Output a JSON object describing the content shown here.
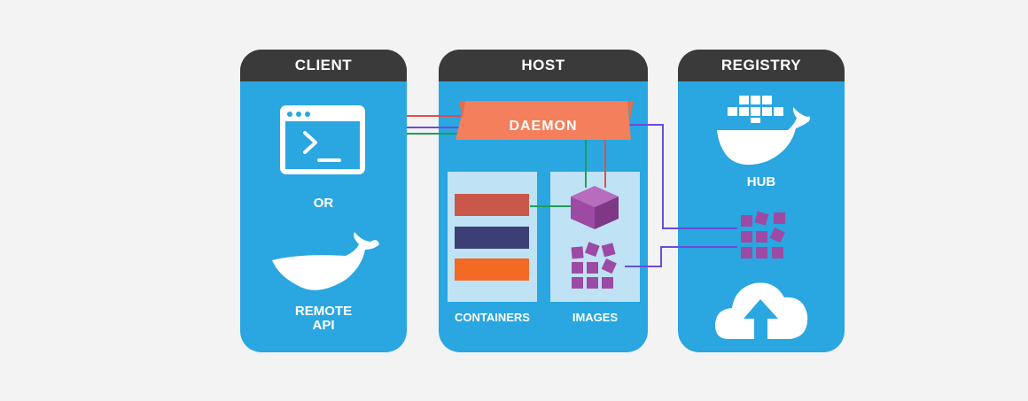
{
  "panels": {
    "client": {
      "title": "CLIENT",
      "or_label": "OR",
      "remote_label_1": "REMOTE",
      "remote_label_2": "API"
    },
    "host": {
      "title": "HOST",
      "daemon_label": "DAEMON",
      "containers_label": "CONTAINERS",
      "images_label": "IMAGES"
    },
    "registry": {
      "title": "REGISTRY",
      "hub_label": "HUB"
    }
  },
  "colors": {
    "panel_blue": "#2aa6e0",
    "header_dark": "#3a3a3a",
    "daemon_orange": "#f47f5c",
    "container_red": "#c9574a",
    "container_navy": "#3c3f73",
    "container_orange": "#f26a23",
    "image_purple": "#9d4aa4",
    "line_red": "#e0504a",
    "line_green": "#1f9e5a",
    "line_purple": "#6a4cdc"
  },
  "icons": [
    "terminal-icon",
    "whale-icon",
    "docker-whale-icon",
    "cube-icon",
    "blocks-icon",
    "cloud-upload-icon"
  ]
}
